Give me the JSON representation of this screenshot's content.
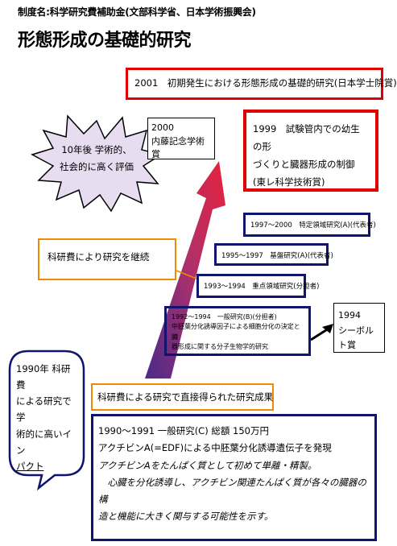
{
  "header": {
    "project_line": "制度名:科学研究費補助金(文部科学省、日本学術振興会)",
    "title": "形態形成の基礎的研究"
  },
  "awards": {
    "a2001": "2001　初期発生における形態形成の基礎的研究(日本学士院賞)",
    "a2000_year": "2000",
    "a2000_name": "内藤記念学術賞",
    "a1999_line1": "1999　試験管内での幼生の形",
    "a1999_line2": "づくりと臓器形成の制御",
    "a1999_line3": "(東レ科学技術賞)",
    "a1994_year": "1994",
    "a1994_name": "シーボルト賞"
  },
  "grants": {
    "g1997": "1997～2000　特定領域研究(A)(代表者)",
    "g1995": "1995～1997　基盤研究(A)(代表者)",
    "g1993": "1993～1994　重点領域研究(分担者)",
    "g1992_line1": "1992～1994　一般研究(B)(分担者)",
    "g1992_line2": "中胚葉分化誘導因子による細胞分化の決定と臓",
    "g1992_line3": "器形成に関する分子生物学的研究"
  },
  "burst": {
    "line1": "10年後 学術的、",
    "line2": "社会的に高く評価"
  },
  "callouts": {
    "continue": "科研費により研究を継続",
    "results": "科研費による研究で直接得られた研究成果",
    "impact_line1": "1990年 科研費",
    "impact_line2": "による研究で学",
    "impact_line3": "術的に高いイン",
    "impact_line4": "パクト"
  },
  "grant1990": {
    "line1": "1990～1991 一般研究(C) 総額 150万円",
    "line2": "アクチビンA(=EDF)による中胚葉分化誘導遺伝子を発現",
    "line3": "アクチビンAをたんぱく質として初めて単離・精製。",
    "line4": "　心臓を分化誘導し、アクチビン関連たんぱく質が各々の臓器の構",
    "line5": "造と機能に大きく関与する可能性を示す。"
  },
  "colors": {
    "award_border": "#e00000",
    "grant_border": "#10146e",
    "callout_border": "#f08a00",
    "burst_fill": "#e8dcf0",
    "arrow_top": "#e6223c",
    "arrow_bottom": "#4a2a8a"
  }
}
